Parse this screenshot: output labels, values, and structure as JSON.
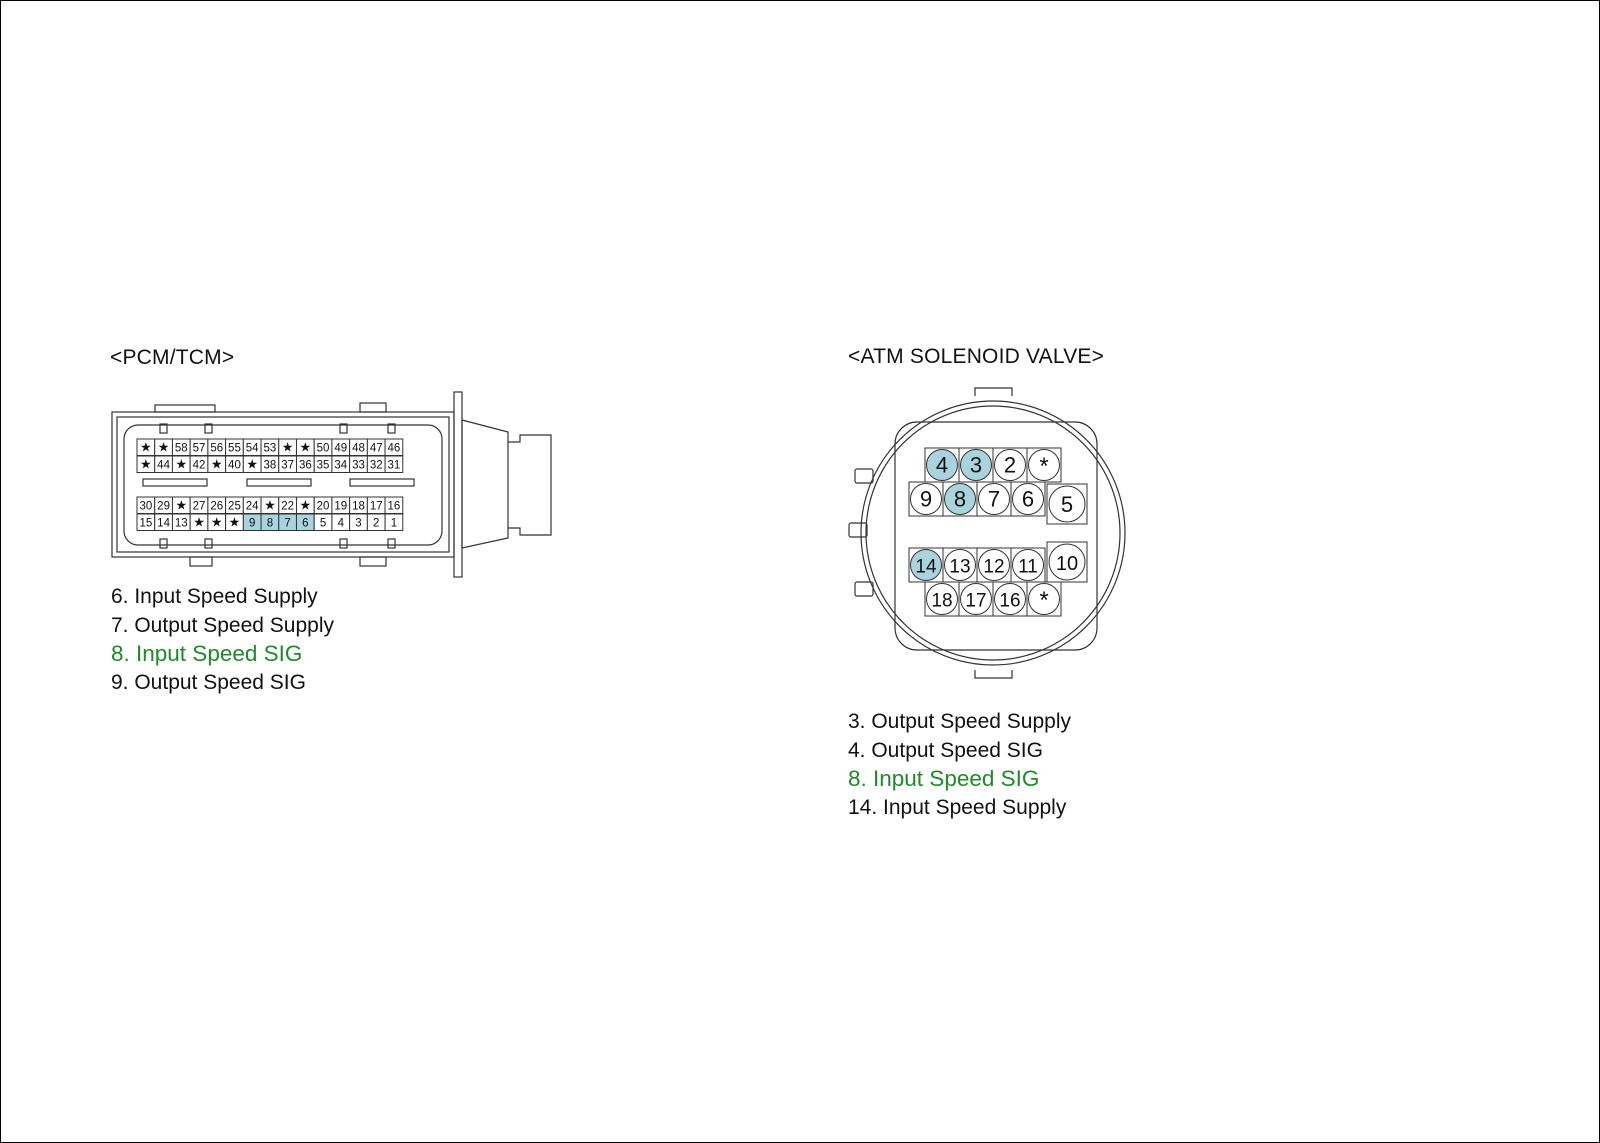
{
  "colors": {
    "line": "#333333",
    "highlight_fill": "#a9d3dd",
    "connector_fill": "#ffffff",
    "legend_highlight": "#1f8a2a"
  },
  "pcm": {
    "title": "<PCM/TCM>",
    "rows": [
      [
        "★",
        "★",
        "58",
        "57",
        "56",
        "55",
        "54",
        "53",
        "★",
        "★",
        "50",
        "49",
        "48",
        "47",
        "46"
      ],
      [
        "★",
        "44",
        "★",
        "42",
        "★",
        "40",
        "★",
        "38",
        "37",
        "36",
        "35",
        "34",
        "33",
        "32",
        "31"
      ],
      [
        "30",
        "29",
        "★",
        "27",
        "26",
        "25",
        "24",
        "★",
        "22",
        "★",
        "20",
        "19",
        "18",
        "17",
        "16"
      ],
      [
        "15",
        "14",
        "13",
        "★",
        "★",
        "★",
        "9",
        "8",
        "7",
        "6",
        "5",
        "4",
        "3",
        "2",
        "1"
      ]
    ],
    "highlighted": [
      "9",
      "8",
      "7",
      "6"
    ],
    "legend": [
      {
        "text": "6. Input Speed Supply",
        "highlight": false
      },
      {
        "text": "7. Output Speed Supply",
        "highlight": false
      },
      {
        "text": "8. Input Speed SIG",
        "highlight": true
      },
      {
        "text": "9. Output Speed SIG",
        "highlight": false
      }
    ]
  },
  "valve": {
    "title": "<ATM SOLENOID VALVE>",
    "rows": [
      [
        "4",
        "3",
        "2",
        "*"
      ],
      [
        "9",
        "8",
        "7",
        "6"
      ],
      [
        "14",
        "13",
        "12",
        "11"
      ],
      [
        "18",
        "17",
        "16",
        "*"
      ]
    ],
    "side_pins": [
      "5",
      "10"
    ],
    "highlighted": [
      "4",
      "3",
      "8",
      "14"
    ],
    "legend": [
      {
        "text": "3. Output Speed Supply",
        "highlight": false
      },
      {
        "text": "4. Output Speed SIG",
        "highlight": false
      },
      {
        "text": "8. Input Speed SIG",
        "highlight": true
      },
      {
        "text": "14. Input Speed Supply",
        "highlight": false
      }
    ]
  }
}
